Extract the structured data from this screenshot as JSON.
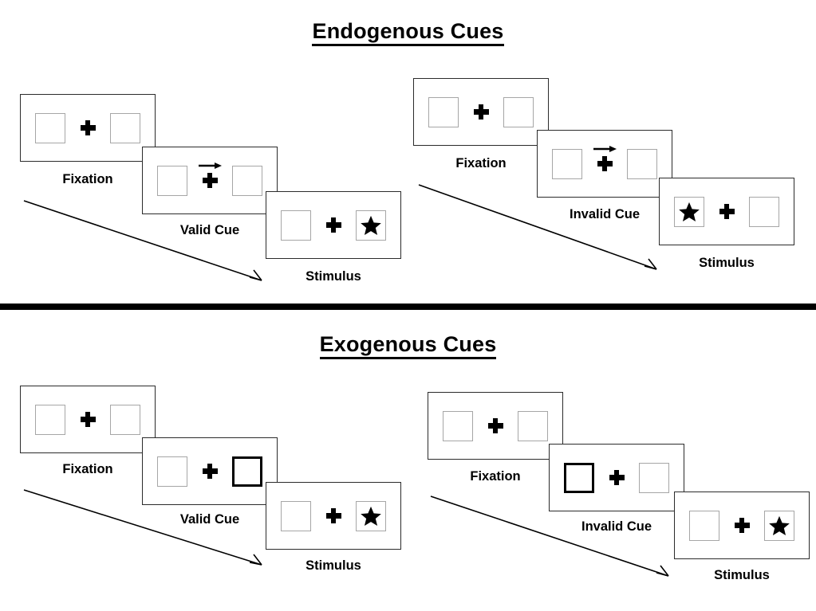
{
  "figure": {
    "sections": [
      {
        "id": "endogenous",
        "title": "Endogenous Cues",
        "groups": [
          {
            "id": "endogenous-valid",
            "condition": "valid",
            "frames": [
              {
                "label": "Fixation",
                "cue": "none",
                "left_content": "empty",
                "right_content": "empty"
              },
              {
                "label": "Valid Cue",
                "cue": "arrow-right",
                "left_content": "empty",
                "right_content": "empty"
              },
              {
                "label": "Stimulus",
                "cue": "none",
                "left_content": "empty",
                "right_content": "star"
              }
            ]
          },
          {
            "id": "endogenous-invalid",
            "condition": "invalid",
            "frames": [
              {
                "label": "Fixation",
                "cue": "none",
                "left_content": "empty",
                "right_content": "empty"
              },
              {
                "label": "Invalid Cue",
                "cue": "arrow-right",
                "left_content": "empty",
                "right_content": "empty"
              },
              {
                "label": "Stimulus",
                "cue": "none",
                "left_content": "star",
                "right_content": "empty"
              }
            ]
          }
        ]
      },
      {
        "id": "exogenous",
        "title": "Exogenous Cues",
        "groups": [
          {
            "id": "exogenous-valid",
            "condition": "valid",
            "frames": [
              {
                "label": "Fixation",
                "cue": "none",
                "left_content": "empty",
                "right_content": "empty"
              },
              {
                "label": "Valid Cue",
                "cue": "box-highlight-right",
                "left_content": "empty",
                "right_content": "empty"
              },
              {
                "label": "Stimulus",
                "cue": "none",
                "left_content": "empty",
                "right_content": "star"
              }
            ]
          },
          {
            "id": "exogenous-invalid",
            "condition": "invalid",
            "frames": [
              {
                "label": "Fixation",
                "cue": "none",
                "left_content": "empty",
                "right_content": "empty"
              },
              {
                "label": "Invalid Cue",
                "cue": "box-highlight-left",
                "left_content": "empty",
                "right_content": "empty"
              },
              {
                "label": "Stimulus",
                "cue": "none",
                "left_content": "empty",
                "right_content": "star"
              }
            ]
          }
        ]
      }
    ],
    "icons": {
      "fixation_cross": "plus-icon",
      "target": "star-icon",
      "cue_arrow": "arrow-right-icon",
      "time_flow": "time-arrow-icon"
    },
    "colors": {
      "ink": "#000000",
      "frame_border": "#2b2b2b",
      "box_border": "#a6a6a6",
      "cued_box_border": "#000000",
      "background": "#ffffff"
    }
  }
}
